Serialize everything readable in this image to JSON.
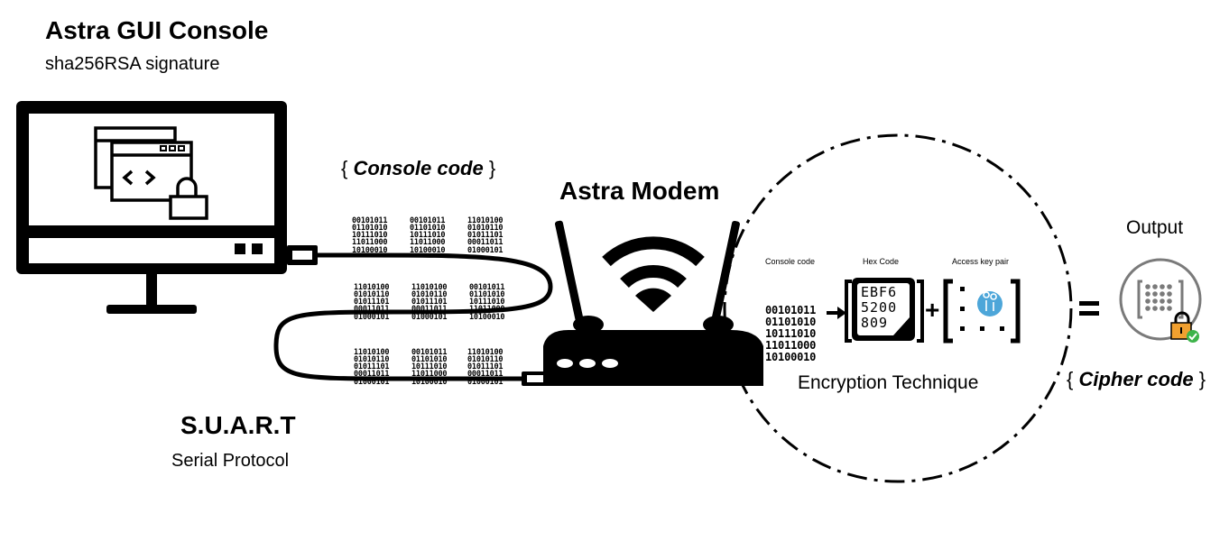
{
  "console": {
    "title": "Astra GUI Console",
    "subtitle": "sha256RSA signature"
  },
  "console_code": {
    "open": "{",
    "label": "Console code",
    "close": "}"
  },
  "binary_blocks": [
    [
      "00101011",
      "01101010",
      "10111010",
      "11011000",
      "10100010"
    ],
    [
      "00101011",
      "01101010",
      "10111010",
      "11011000",
      "10100010"
    ],
    [
      "11010100",
      "01010110",
      "01011101",
      "00011011",
      "01000101"
    ],
    [
      "11010100",
      "01010110",
      "01011101",
      "00011011",
      "01000101"
    ],
    [
      "11010100",
      "01010110",
      "01011101",
      "00011011",
      "01000101"
    ],
    [
      "00101011",
      "01101010",
      "10111010",
      "11011000",
      "10100010"
    ],
    [
      "11010100",
      "01010110",
      "01011101",
      "00011011",
      "01000101"
    ],
    [
      "00101011",
      "01101010",
      "10111010",
      "11011000",
      "10100010"
    ],
    [
      "11010100",
      "01010110",
      "01011101",
      "00011011",
      "01000101"
    ]
  ],
  "serial": {
    "title": "S.U.A.R.T",
    "subtitle": "Serial Protocol"
  },
  "modem": {
    "title": "Astra Modem"
  },
  "encryption": {
    "console_code_label": "Console code",
    "hex_code_label": "Hex Code",
    "access_key_label": "Access key pair",
    "binary": [
      "00101011",
      "01101010",
      "10111010",
      "11011000",
      "10100010"
    ],
    "hex_rows": [
      "EBF6",
      "5200",
      "809"
    ],
    "plus": "+",
    "caption": "Encryption Technique"
  },
  "output": {
    "equals": "=",
    "label": "Output",
    "open": "{",
    "cipher_label": "Cipher code",
    "close": "}"
  },
  "colors": {
    "ink": "#000000",
    "key_blue": "#4da6d9",
    "lock_orange": "#f0a030",
    "check_green": "#3db34a",
    "output_ring": "#7a7a7a"
  }
}
